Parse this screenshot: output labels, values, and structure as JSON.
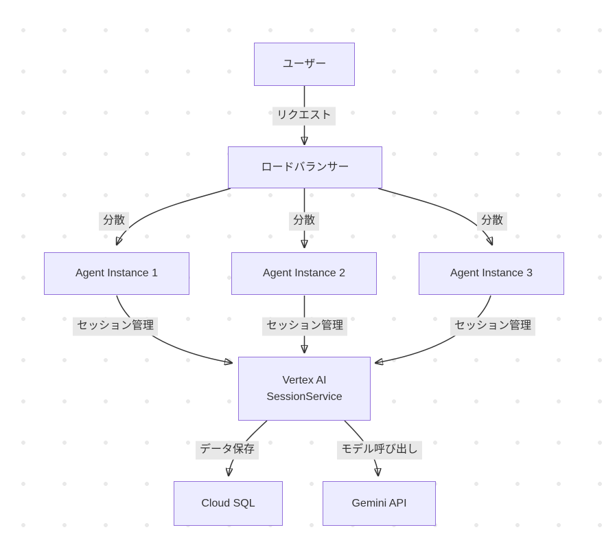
{
  "diagram": {
    "type": "flowchart",
    "direction": "top-down",
    "nodes": [
      {
        "id": "user",
        "label": "ユーザー"
      },
      {
        "id": "load-balancer",
        "label": "ロードバランサー"
      },
      {
        "id": "agent1",
        "label": "Agent Instance 1"
      },
      {
        "id": "agent2",
        "label": "Agent Instance 2"
      },
      {
        "id": "agent3",
        "label": "Agent Instance 3"
      },
      {
        "id": "vertex-ai-session-service",
        "label": "Vertex AI\nSessionService"
      },
      {
        "id": "cloud-sql",
        "label": "Cloud SQL"
      },
      {
        "id": "gemini-api",
        "label": "Gemini API"
      }
    ],
    "edges": [
      {
        "from": "user",
        "to": "load-balancer",
        "label": "リクエスト"
      },
      {
        "from": "load-balancer",
        "to": "agent1",
        "label": "分散"
      },
      {
        "from": "load-balancer",
        "to": "agent2",
        "label": "分散"
      },
      {
        "from": "load-balancer",
        "to": "agent3",
        "label": "分散"
      },
      {
        "from": "agent1",
        "to": "vertex-ai-session-service",
        "label": "セッション管理"
      },
      {
        "from": "agent2",
        "to": "vertex-ai-session-service",
        "label": "セッション管理"
      },
      {
        "from": "agent3",
        "to": "vertex-ai-session-service",
        "label": "セッション管理"
      },
      {
        "from": "vertex-ai-session-service",
        "to": "cloud-sql",
        "label": "データ保存"
      },
      {
        "from": "vertex-ai-session-service",
        "to": "gemini-api",
        "label": "モデル呼び出し"
      }
    ],
    "colors": {
      "node_fill": "#ECECFF",
      "node_border": "#9370DB",
      "edge_line": "#333333",
      "edge_label_bg": "#e8e8e8",
      "text": "#333333",
      "background_dots": "#e9e9e9",
      "background": "#ffffff"
    }
  }
}
